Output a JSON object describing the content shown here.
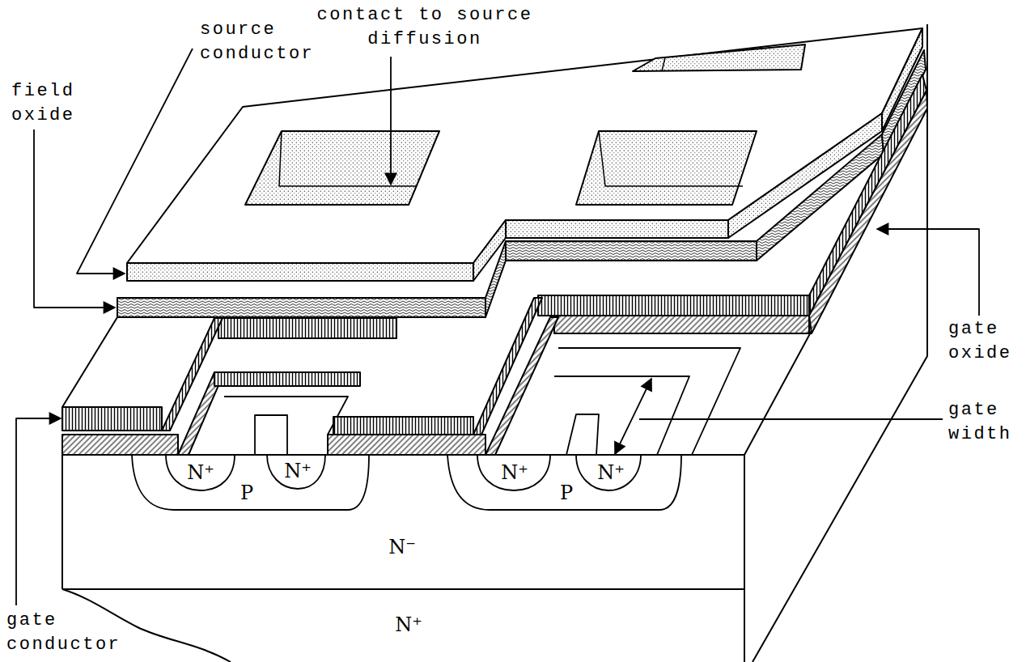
{
  "diagram": {
    "labels": [
      "source conductor",
      "contact to source diffusion",
      "field oxide",
      "gate oxide",
      "gate width",
      "gate conductor",
      "N⁺",
      "N⁺",
      "P",
      "N⁺",
      "N⁺",
      "P",
      "N⁻",
      "N⁺"
    ]
  }
}
